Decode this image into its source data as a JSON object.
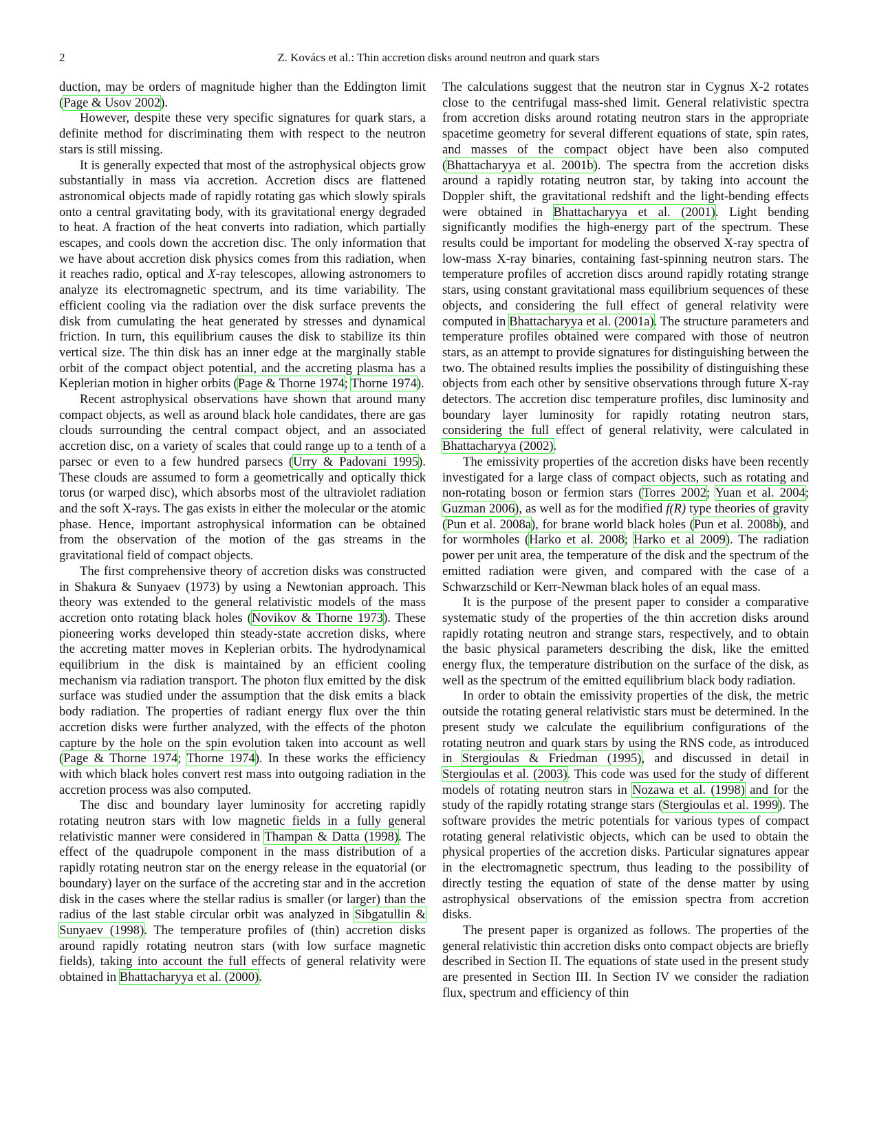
{
  "header": {
    "page_number": "2",
    "running_head": "Z. Kovács et al.: Thin accretion disks around neutron and quark stars"
  },
  "left_column": {
    "p1": {
      "t1": "duction, may be orders of magnitude higher than the Eddington limit (",
      "c1": "Page & Usov 2002",
      "t2": ")."
    },
    "p2": {
      "t1": "However, despite these very specific signatures for quark stars, a definite method for discriminating them with respect to the neutron stars is still missing."
    },
    "p3": {
      "t1": "It is generally expected that most of the astrophysical objects grow substantially in mass via accretion. Accretion discs are flattened astronomical objects made of rapidly rotating gas which slowly spirals onto a central gravitating body, with its gravitational energy degraded to heat. A fraction of the heat converts into radiation, which partially escapes, and cools down the accretion disc. The only information that we have about accretion disk physics comes from this radiation, when it reaches radio, optical and ",
      "m1": "X",
      "t2": "-ray telescopes, allowing astronomers to analyze its electromagnetic spectrum, and its time variability. The efficient cooling via the radiation over the disk surface prevents the disk from cumulating the heat generated by stresses and dynamical friction. In turn, this equilibrium causes the disk to stabilize its thin vertical size. The thin disk has an inner edge at the marginally stable orbit of the compact object potential, and the accreting plasma has a Keplerian motion in higher orbits (",
      "c1": "Page & Thorne 1974",
      "t3": "; ",
      "c2": "Thorne 1974",
      "t4": ")."
    },
    "p4": {
      "t1": "Recent astrophysical observations have shown that around many compact objects, as well as around black hole candidates, there are gas clouds surrounding the central compact object, and an associated accretion disc, on a variety of scales that could range up to a tenth of a parsec or even to a few hundred parsecs (",
      "c1": "Urry & Padovani 1995",
      "t2": "). These clouds are assumed to form a geometrically and optically thick torus (or warped disc), which absorbs most of the ultraviolet radiation and the soft X-rays. The gas exists in either the molecular or the atomic phase. Hence, important astrophysical information can be obtained from the observation of the motion of the gas streams in the gravitational field of compact objects."
    },
    "p5": {
      "t1": "The first comprehensive theory of accretion disks was constructed in Shakura & Sunyaev (1973) by using a Newtonian approach. This theory was extended to the general relativistic models of the mass accretion onto rotating black holes (",
      "c1": "Novikov & Thorne 1973",
      "t2": "). These pioneering works developed thin steady-state accretion disks, where the accreting matter moves in Keplerian orbits. The hydrodynamical equilibrium in the disk is maintained by an efficient cooling mechanism via radiation transport. The photon flux emitted by the disk surface was studied under the assumption that the disk emits a black body radiation. The properties of radiant energy flux over the thin accretion disks were further analyzed, with the effects of the photon capture by the hole on the spin evolution taken into account as well (",
      "c2": "Page & Thorne 1974",
      "t3": "; ",
      "c3": "Thorne 1974",
      "t4": "). In these works the efficiency with which black holes convert rest mass into outgoing radiation in the accretion process was also computed."
    },
    "p6": {
      "t1": "The disc and boundary layer luminosity for accreting rapidly rotating neutron stars with low magnetic fields in a fully general relativistic manner were considered in ",
      "c1": "Thampan & Datta (1998)",
      "t2": ". The effect of the quadrupole component in the mass distribution of a rapidly rotating neutron star on the energy release in the equatorial (or boundary) layer on the surface of the accreting star and in the accretion disk in the cases where the stellar radius is smaller (or larger) than the radius of the last stable circular orbit was analyzed in ",
      "c2": "Sibgatullin & Sunyaev (1998)",
      "t3": ". The temperature profiles of (thin) accretion disks around rapidly rotating neutron stars (with low surface magnetic fields), taking into account the full effects of general relativity were obtained in ",
      "c3": "Bhattacharyya et al. (2000)",
      "t4": "."
    }
  },
  "right_column": {
    "p1": {
      "t1": "The calculations suggest that the neutron star in Cygnus X-2 rotates close to the centrifugal mass-shed limit. General relativistic spectra from accretion disks around rotating neutron stars in the appropriate spacetime geometry for several different equations of state, spin rates, and masses of the compact object have been also computed (",
      "c1": "Bhattacharyya et al. 2001b",
      "t2": "). The spectra from the accretion disks around a rapidly rotating neutron star, by taking into account the Doppler shift, the gravitational redshift and the light-bending effects were obtained in ",
      "c2": "Bhattacharyya et al. (2001)",
      "t3": ". Light bending significantly modifies the high-energy part of the spectrum. These results could be important for modeling the observed X-ray spectra of low-mass X-ray binaries, containing fast-spinning neutron stars. The temperature profiles of accretion discs around rapidly rotating strange stars, using constant gravitational mass equilibrium sequences of these objects, and considering the full effect of general relativity were computed in ",
      "c3": "Bhattacharyya et al. (2001a)",
      "t4": ". The structure parameters and temperature profiles obtained were compared with those of neutron stars, as an attempt to provide signatures for distinguishing between the two. The obtained results implies the possibility of distinguishing these objects from each other by sensitive observations through future X-ray detectors. The accretion disc temperature profiles, disc luminosity and boundary layer luminosity for rapidly rotating neutron stars, considering the full effect of general relativity, were calculated in ",
      "c4": "Bhattacharyya (2002)",
      "t5": "."
    },
    "p2": {
      "t1": "The emissivity properties of the accretion disks have been recently investigated for a large class of compact objects, such as rotating and non-rotating boson or fermion stars (",
      "c1": "Torres 2002",
      "t2": "; ",
      "c2": "Yuan et al. 2004",
      "t3": "; ",
      "c3": "Guzman 2006",
      "t4": "), as well as for the modified ",
      "m1": "f(R)",
      "t5": " type theories of gravity (",
      "c4": "Pun et al. 2008a",
      "t6": "), for brane world black holes (",
      "c5": "Pun et al. 2008b",
      "t7": "), and for wormholes (",
      "c6": "Harko et al. 2008",
      "t8": "; ",
      "c7": "Harko et al 2009",
      "t9": "). The radiation power per unit area, the temperature of the disk and the spectrum of the emitted radiation were given, and compared with the case of a Schwarzschild or Kerr-Newman black holes of an equal mass."
    },
    "p3": {
      "t1": "It is the purpose of the present paper to consider a comparative systematic study of the properties of the thin accretion disks around rapidly rotating neutron and strange stars, respectively, and to obtain the basic physical parameters describing the disk, like the emitted energy flux, the temperature distribution on the surface of the disk, as well as the spectrum of the emitted equilibrium black body radiation."
    },
    "p4": {
      "t1": "In order to obtain the emissivity properties of the disk, the metric outside the rotating general relativistic stars must be determined. In the present study we calculate the equilibrium configurations of the rotating neutron and quark stars by using the RNS code, as introduced in ",
      "c1": "Stergioulas & Friedman (1995)",
      "t2": ", and discussed in detail in ",
      "c2": "Stergioulas et al. (2003)",
      "t3": ". This code was used for the study of different models of rotating neutron stars in ",
      "c3": "Nozawa et al. (1998)",
      "t4": " and for the study of the rapidly rotating strange stars (",
      "c4": "Stergioulas et al. 1999",
      "t5": "). The software provides the metric potentials for various types of compact rotating general relativistic objects, which can be used to obtain the physical properties of the accretion disks. Particular signatures appear in the electromagnetic spectrum, thus leading to the possibility of directly testing the equation of state of the dense matter by using astrophysical observations of the emission spectra from accretion disks."
    },
    "p5": {
      "t1": "The present paper is organized as follows. The properties of the general relativistic thin accretion disks onto compact objects are briefly described in Section II. The equations of state used in the present study are presented in Section III. In Section IV we consider the radiation flux, spectrum and efficiency of thin"
    }
  },
  "colors": {
    "citation_box": "#33ee33",
    "text": "#111111"
  }
}
